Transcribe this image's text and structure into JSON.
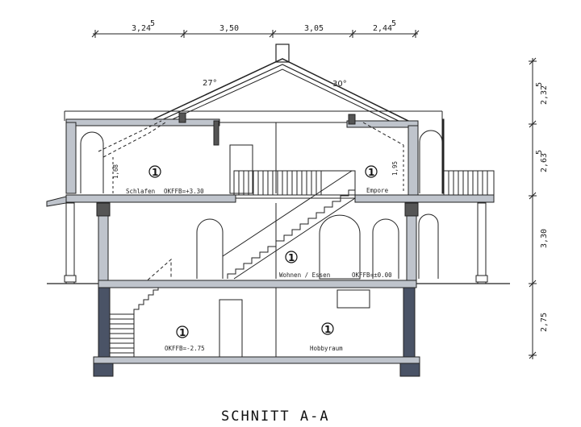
{
  "title": "SCHNITT A-A",
  "dimensions_top": [
    "3,24",
    "3,50",
    "3,05",
    "2,44"
  ],
  "dimensions_top_super": [
    "5",
    "",
    "",
    "5"
  ],
  "dimensions_right": [
    "2,32",
    "2,63",
    "3,30",
    "2,75"
  ],
  "dimensions_right_super": [
    "5",
    "5",
    "",
    ""
  ],
  "roof_angles": [
    "27°",
    "30°"
  ],
  "inner_heights": [
    "1,68",
    "1,95"
  ],
  "rooms": [
    {
      "marker": "1",
      "label": "Schlafen",
      "level": "OKFFB=+3.30"
    },
    {
      "marker": "1",
      "label": "Empore",
      "level": ""
    },
    {
      "marker": "1",
      "label": "Wohnen / Essen",
      "level": "OKFFB=±0.00"
    },
    {
      "marker": "1",
      "label": "",
      "level": "OKFFB=-2.75"
    },
    {
      "marker": "1",
      "label": "Hobbyraum",
      "level": ""
    }
  ]
}
